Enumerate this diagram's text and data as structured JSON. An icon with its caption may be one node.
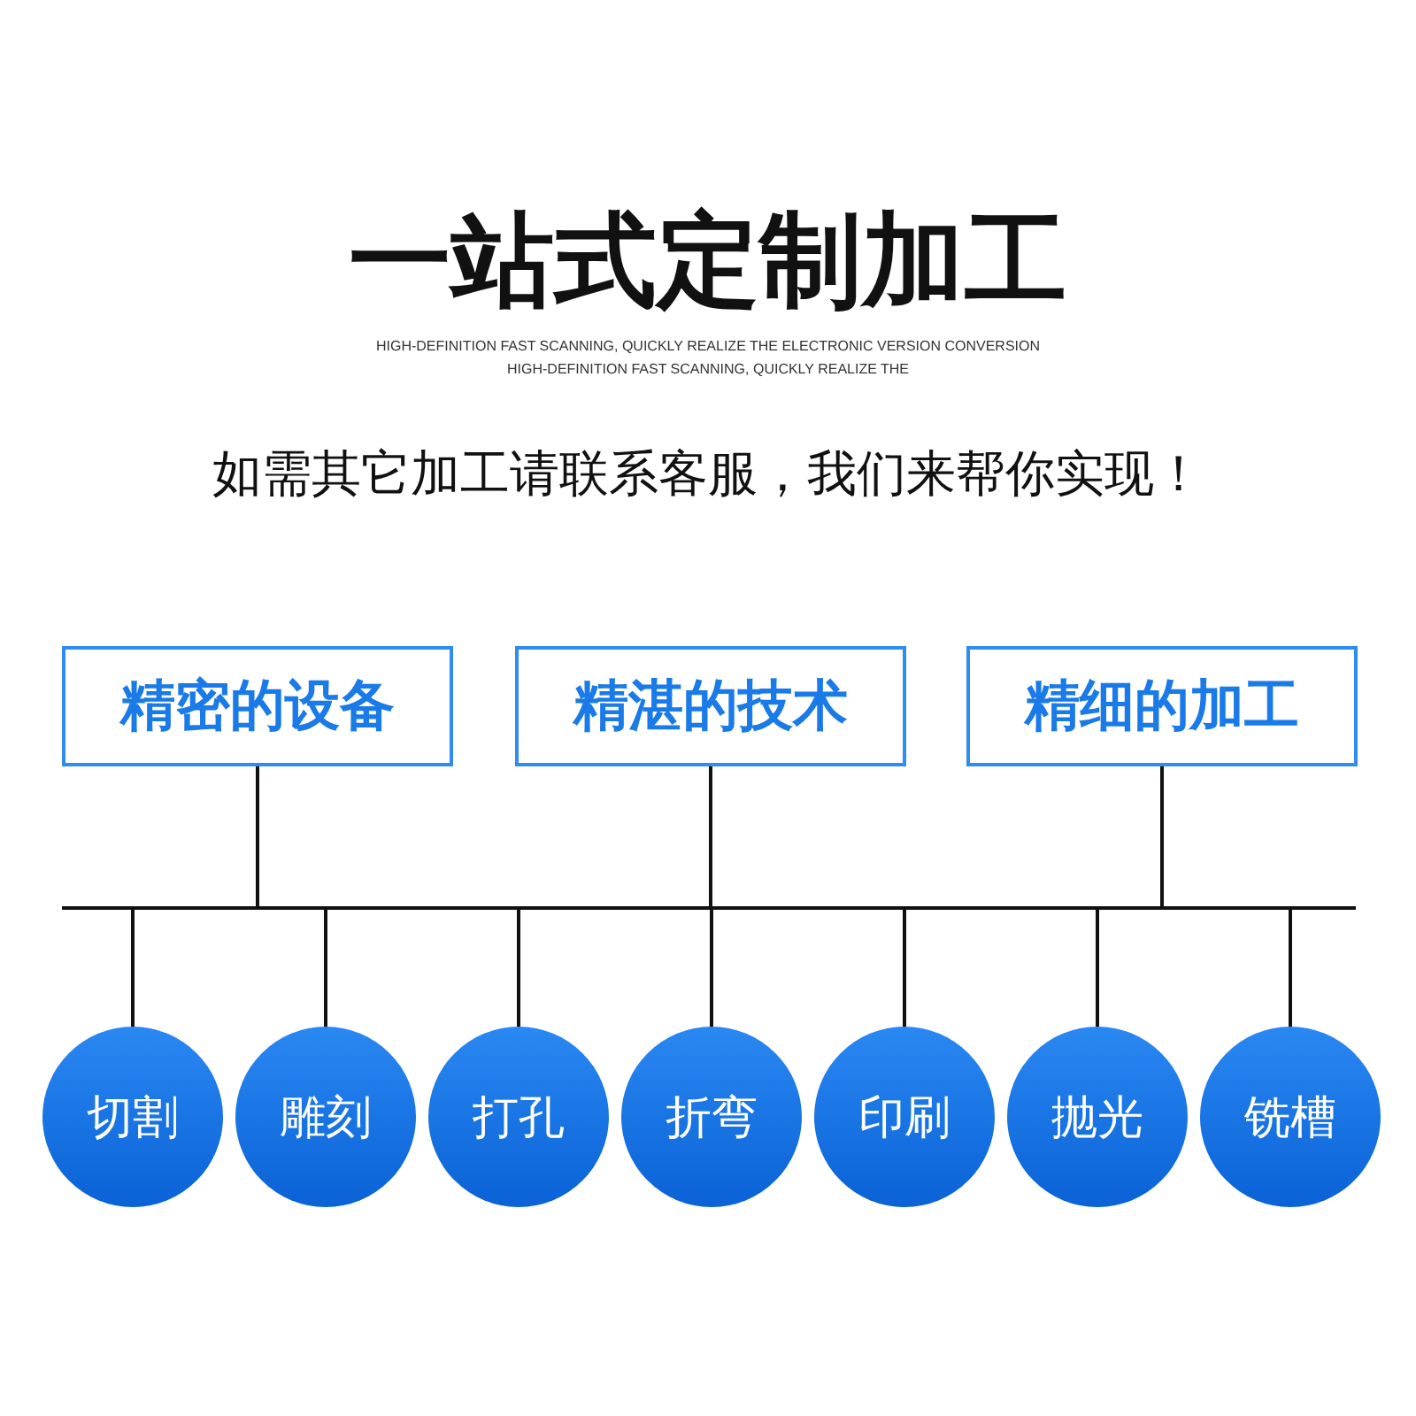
{
  "diagram": {
    "title": "一站式定制加工",
    "nodes": [
      {
        "text": [
          "精密的设备"
        ]
      },
      {
        "text": [
          "精湛的技术"
        ]
      },
      {
        "text": [
          "精细的加工"
        ]
      },
      {
        "text": [],
        "shape": "bar"
      },
      {
        "text": [
          "切割"
        ]
      },
      {
        "text": [
          "雕刻"
        ]
      },
      {
        "text": [
          "打孔"
        ]
      },
      {
        "text": [
          "折弯"
        ]
      },
      {
        "text": [
          "印刷"
        ]
      },
      {
        "text": [
          "抛光"
        ]
      },
      {
        "text": [
          "铣槽"
        ]
      }
    ],
    "edges": [
      {
        "from": 0,
        "to": 3,
        "arrow": "none"
      },
      {
        "from": 1,
        "to": 3,
        "arrow": "none"
      },
      {
        "from": 2,
        "to": 3,
        "arrow": "none"
      },
      {
        "from": 3,
        "to": 4,
        "arrow": "none"
      },
      {
        "from": 3,
        "to": 5,
        "arrow": "none"
      },
      {
        "from": 3,
        "to": 6,
        "arrow": "none"
      },
      {
        "from": 3,
        "to": 7,
        "arrow": "none"
      },
      {
        "from": 3,
        "to": 8,
        "arrow": "none"
      },
      {
        "from": 3,
        "to": 9,
        "arrow": "none"
      },
      {
        "from": 3,
        "to": 10,
        "arrow": "none"
      }
    ],
    "labels": [
      "HIGH-DEFINITION FAST SCANNING, QUICKLY REALIZE THE ELECTRONIC VERSION CONVERSION",
      "HIGH-DEFINITION FAST SCANNING, QUICKLY REALIZE THE",
      "如需其它加工请联系客服，我们来帮你实现！"
    ]
  }
}
